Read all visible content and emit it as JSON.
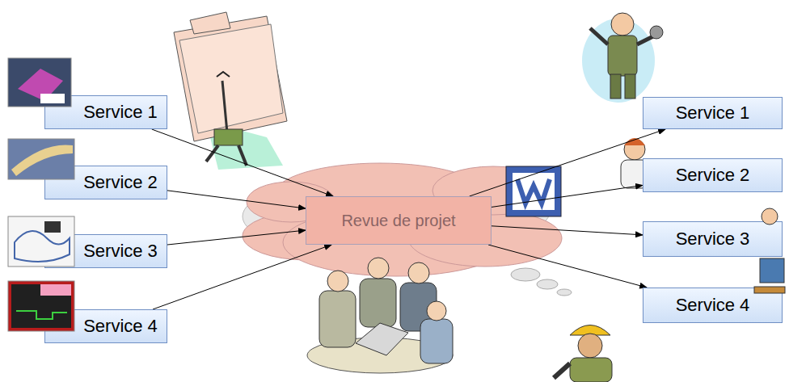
{
  "diagram": {
    "nodes": [
      {
        "text": [
          "Service 1"
        ]
      },
      {
        "text": [
          "Service 2"
        ]
      },
      {
        "text": [
          "Service 3"
        ]
      },
      {
        "text": [
          "Service 4"
        ]
      },
      {
        "text": [
          "Revue de projet"
        ]
      },
      {
        "text": [
          "Service 1"
        ]
      },
      {
        "text": [
          "Service 2"
        ]
      },
      {
        "text": [
          "Service 3"
        ]
      },
      {
        "text": [
          "Service 4"
        ]
      }
    ],
    "edges": [
      {
        "from": 0,
        "to": 4,
        "arrow": "to"
      },
      {
        "from": 1,
        "to": 4,
        "arrow": "to"
      },
      {
        "from": 2,
        "to": 4,
        "arrow": "to"
      },
      {
        "from": 3,
        "to": 4,
        "arrow": "to"
      },
      {
        "from": 4,
        "to": 5,
        "arrow": "to"
      },
      {
        "from": 4,
        "to": 6,
        "arrow": "to"
      },
      {
        "from": 4,
        "to": 7,
        "arrow": "to"
      },
      {
        "from": 4,
        "to": 8,
        "arrow": "to"
      }
    ]
  }
}
